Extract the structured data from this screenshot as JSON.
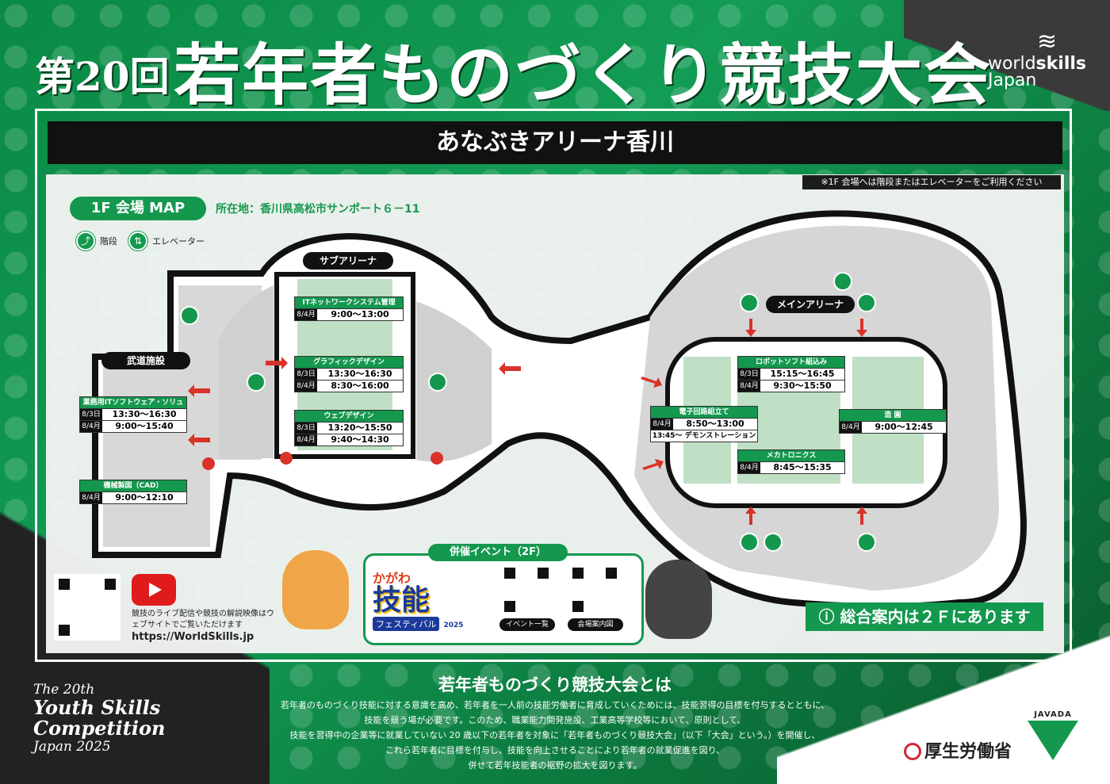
{
  "header": {
    "title_prefix": "第20回",
    "title_main": "若年者ものづくり競技大会",
    "logo_line1_light": "world",
    "logo_line1_bold": "skills",
    "logo_line2": "Japan"
  },
  "venue": "あなぶきアリーナ香川",
  "note": "※1F 会場へは階段またはエレベーターをご利用ください",
  "map": {
    "badge": "1F 会場 MAP",
    "address": "所在地：香川県高松市サンポート６－11",
    "legend_stairs": "階段",
    "legend_elevator": "エレベーター",
    "areas": {
      "sub": "サブアリーナ",
      "budo": "武道施設",
      "main": "メインアリーナ"
    },
    "events": [
      {
        "name": "ITネットワークシステム管理",
        "rows": [
          {
            "date": "8/4月",
            "time": "9:00～13:00"
          }
        ]
      },
      {
        "name": "グラフィックデザイン",
        "rows": [
          {
            "date": "8/3日",
            "time": "13:30～16:30"
          },
          {
            "date": "8/4月",
            "time": "8:30～16:00"
          }
        ]
      },
      {
        "name": "ウェブデザイン",
        "rows": [
          {
            "date": "8/3日",
            "time": "13:20～15:50"
          },
          {
            "date": "8/4月",
            "time": "9:40～14:30"
          }
        ]
      },
      {
        "name": "業務用ITソフトウェア・ソリューションズ",
        "rows": [
          {
            "date": "8/3日",
            "time": "13:30～16:30"
          },
          {
            "date": "8/4月",
            "time": "9:00～15:40"
          }
        ]
      },
      {
        "name": "機械製図（CAD）",
        "rows": [
          {
            "date": "8/4月",
            "time": "9:00～12:10"
          }
        ]
      },
      {
        "name": "ロボットソフト組込み",
        "rows": [
          {
            "date": "8/3日",
            "time": "15:15～16:45"
          },
          {
            "date": "8/4月",
            "time": "9:30～15:50"
          }
        ]
      },
      {
        "name": "電子回路組立て",
        "rows": [
          {
            "date": "8/4月",
            "time": "8:50～13:00"
          }
        ],
        "extra": "13:45～ デモンストレーション"
      },
      {
        "name": "メカトロニクス",
        "rows": [
          {
            "date": "8/4月",
            "time": "8:45～15:35"
          }
        ]
      },
      {
        "name": "造 園",
        "rows": [
          {
            "date": "8/4月",
            "time": "9:00～12:45"
          }
        ]
      }
    ],
    "info": "総合案内は２Ｆにあります"
  },
  "youtube": {
    "text": "競技のライブ配信や競技の解説映像はウェブサイトでご覧いただけます",
    "url": "https://WorldSkills.jp"
  },
  "side_event": {
    "title": "併催イベント（2F）",
    "fest_top": "かがわ",
    "fest_main": "技能",
    "fest_sub": "フェスティバル",
    "fest_year": "2025",
    "qr1_caption": "イベント一覧",
    "qr2_caption": "会場案内図"
  },
  "about": {
    "title": "若年者ものづくり競技大会とは",
    "lines": [
      "若年者のものづくり技能に対する意識を高め、若年者を一人前の技能労働者に育成していくためには、技能習得の目標を付与するとともに、",
      "技能を競う場が必要です。このため、職業能力開発施設、工業高等学校等において、原則として、",
      "技能を習得中の企業等に就業していない 20 歳以下の若年者を対象に「若年者ものづくり競技大会」（以下「大会」という。）を開催し、",
      "これら若年者に目標を付与し、技能を向上させることにより若年者の就業促進を図り、",
      "併せて若年技能者の裾野の拡大を図ります。"
    ]
  },
  "english_title": {
    "line1": "The 20th",
    "line2": "Youth Skills",
    "line3": "Competition",
    "line4": "Japan 2025"
  },
  "footer": {
    "mhlw": "厚生労働省",
    "javada": "JAVADA"
  },
  "colors": {
    "green": "#14984e",
    "dark": "#111111",
    "arrow": "#d9322a"
  }
}
